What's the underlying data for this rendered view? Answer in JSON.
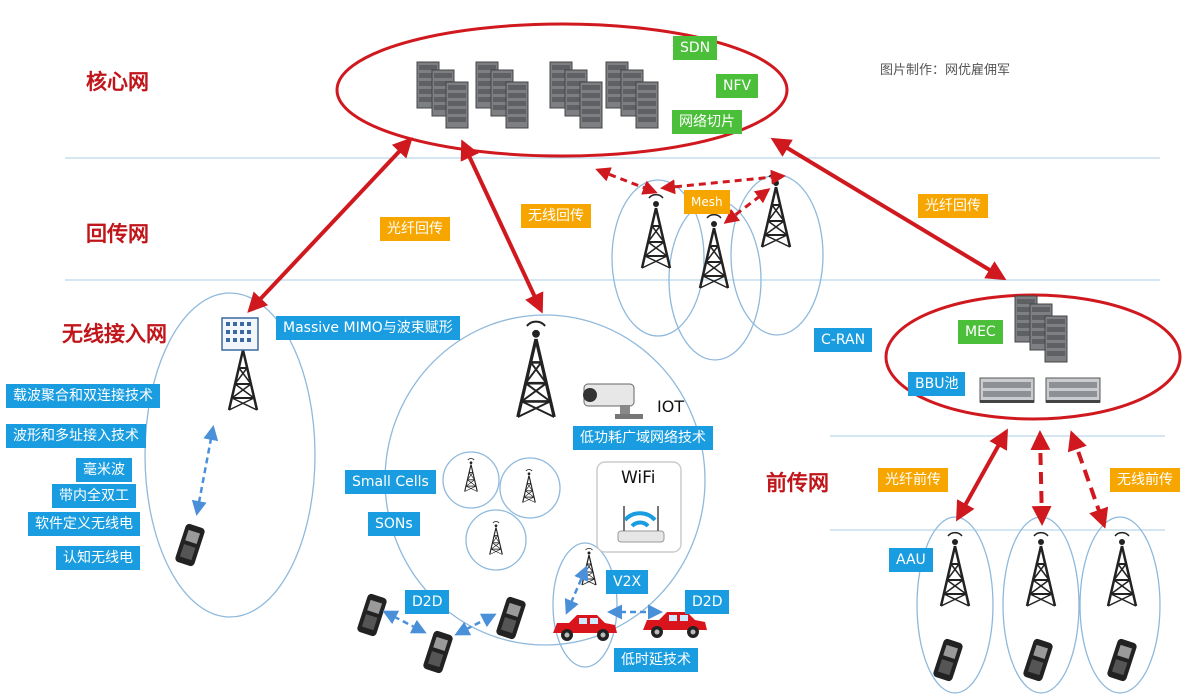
{
  "credit": "图片制作：网优雇佣军",
  "layers": {
    "core": "核心网",
    "backhaul": "回传网",
    "access": "无线接入网",
    "fronthaul": "前传网"
  },
  "core_tags": [
    "SDN",
    "NFV",
    "网络切片"
  ],
  "backhaul": {
    "fiber": "光纤回传",
    "wireless": "无线回传",
    "mesh": "Mesh",
    "fiber_right": "光纤回传"
  },
  "access": {
    "massive_mimo": "Massive MIMO与波束赋形",
    "techniques": [
      "载波聚合和双连接技术",
      "波形和多址接入技术",
      "毫米波",
      "带内全双工",
      "软件定义无线电",
      "认知无线电"
    ],
    "iot": "IOT",
    "lpwan": "低功耗广域网络技术",
    "small_cells": "Small Cells",
    "sons": "SONs",
    "wifi": "WiFi",
    "v2x": "V2X",
    "d2d_left": "D2D",
    "d2d_right": "D2D",
    "low_latency": "低时延技术"
  },
  "cran": {
    "label": "C-RAN",
    "mec": "MEC",
    "bbu": "BBU池"
  },
  "fronthaul": {
    "fiber": "光纤前传",
    "wireless": "无线前传",
    "aau": "AAU"
  },
  "colors": {
    "arrow_red": "#d0191f",
    "label_blue": "#1a9de0",
    "label_green": "#4bbf3a",
    "label_orange": "#f7a600",
    "layer_red": "#c0151a",
    "divider": "#a9cde6",
    "cell_outline": "#8fb9dc"
  }
}
